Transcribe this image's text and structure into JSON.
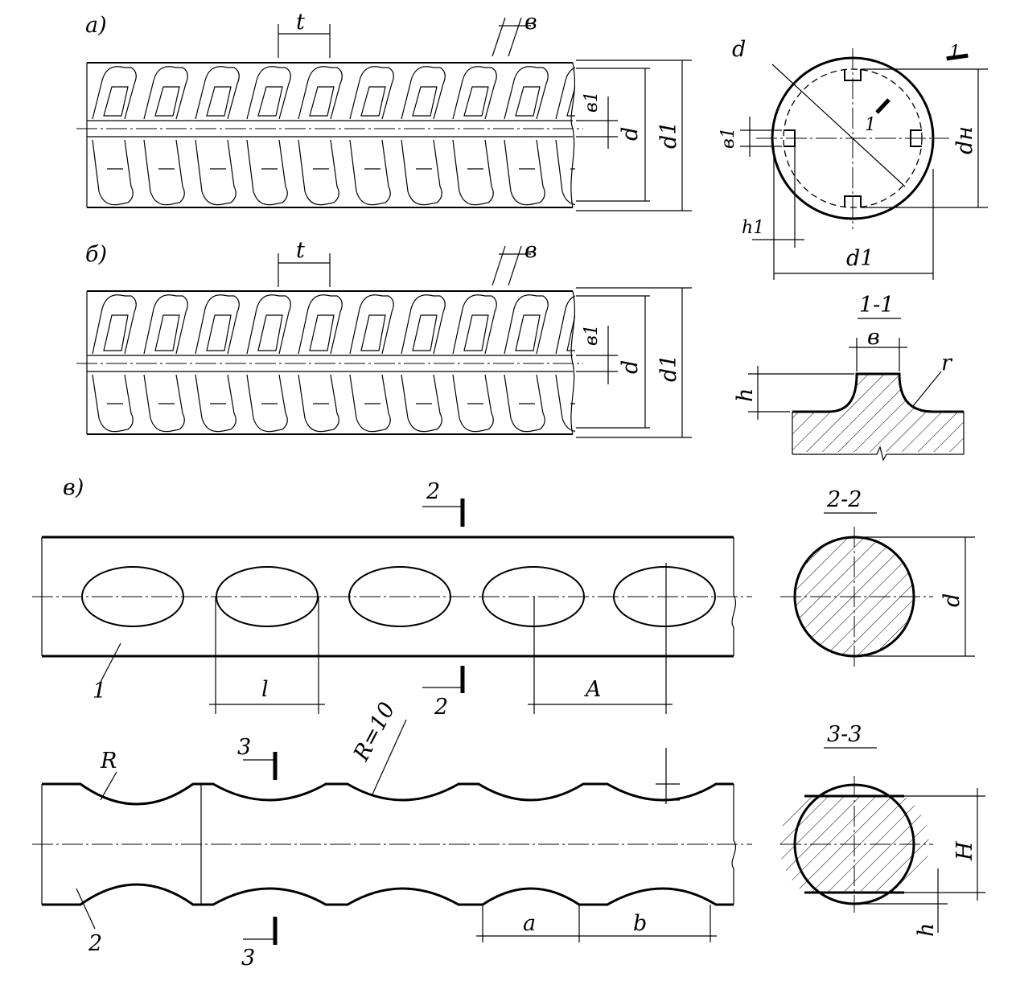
{
  "labels": {
    "view_a": "а)",
    "view_b": "б)",
    "view_v": "в)",
    "pitch": "t",
    "rib_width": "в",
    "b1": "в1",
    "d": "d",
    "d1": "d1",
    "dn": "dн",
    "h1": "h1",
    "section_1_title": "1-1",
    "section_1_mark": "1",
    "b": "в",
    "h": "h",
    "r": "r",
    "section_2_title": "2-2",
    "section_2_mark": "2",
    "section_3_title": "3-3",
    "section_3_mark": "3",
    "item_1": "1",
    "item_2": "2",
    "l": "l",
    "A": "A",
    "R": "R",
    "R10": "R=10",
    "a": "a",
    "b_lower": "b",
    "H": "H"
  }
}
